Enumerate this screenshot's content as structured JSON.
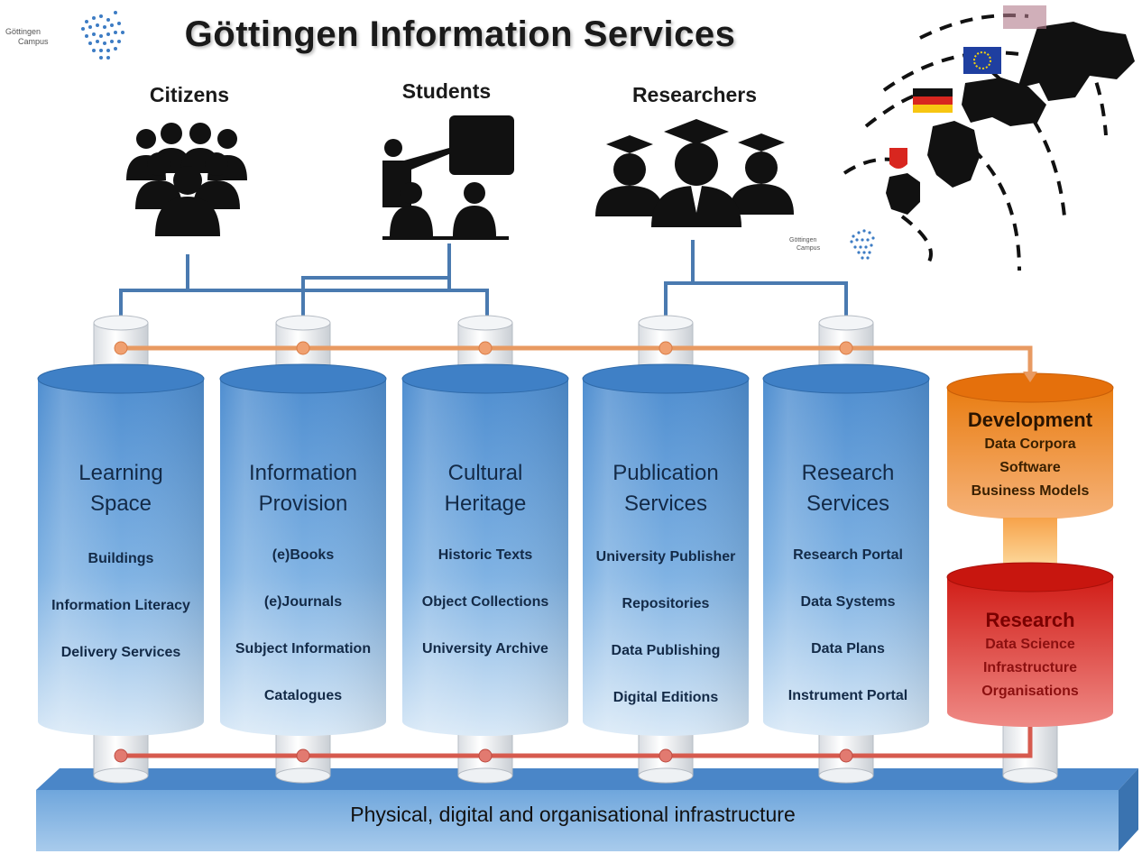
{
  "title": "Göttingen Information Services",
  "campus_logo": {
    "line1": "Göttingen",
    "line2": "Campus"
  },
  "groups": [
    {
      "label": "Citizens",
      "icon": "crowd-icon"
    },
    {
      "label": "Students",
      "icon": "teacher-students-icon"
    },
    {
      "label": "Researchers",
      "icon": "graduates-icon"
    }
  ],
  "pillars": [
    {
      "title_line1": "Learning",
      "title_line2": "Space",
      "items": [
        "Buildings",
        "Information Literacy",
        "Delivery Services"
      ]
    },
    {
      "title_line1": "Information",
      "title_line2": "Provision",
      "items": [
        "(e)Books",
        "(e)Journals",
        "Subject Information",
        "Catalogues"
      ]
    },
    {
      "title_line1": "Cultural",
      "title_line2": "Heritage",
      "items": [
        "Historic Texts",
        "Object Collections",
        "University Archive"
      ]
    },
    {
      "title_line1": "Publication",
      "title_line2": "Services",
      "items": [
        "University Publisher",
        "Repositories",
        "Data Publishing",
        "Digital Editions"
      ]
    },
    {
      "title_line1": "Research",
      "title_line2": "Services",
      "items": [
        "Research Portal",
        "Data Systems",
        "Data Plans",
        "Instrument Portal"
      ]
    }
  ],
  "development": {
    "title": "Development",
    "items": [
      "Data Corpora",
      "Software",
      "Business Models"
    ]
  },
  "research": {
    "title": "Research",
    "items": [
      "Data Science",
      "Infrastructure",
      "Organisations"
    ]
  },
  "infrastructure": "Physical, digital and organisational infrastructure",
  "colors": {
    "pillar_blue": "#5b9bd5",
    "connector_blue": "#4a7ab0",
    "development_orange": "#f0892a",
    "research_red": "#d8261f",
    "orange_line": "#e89a62",
    "red_line": "#d65a4e"
  }
}
